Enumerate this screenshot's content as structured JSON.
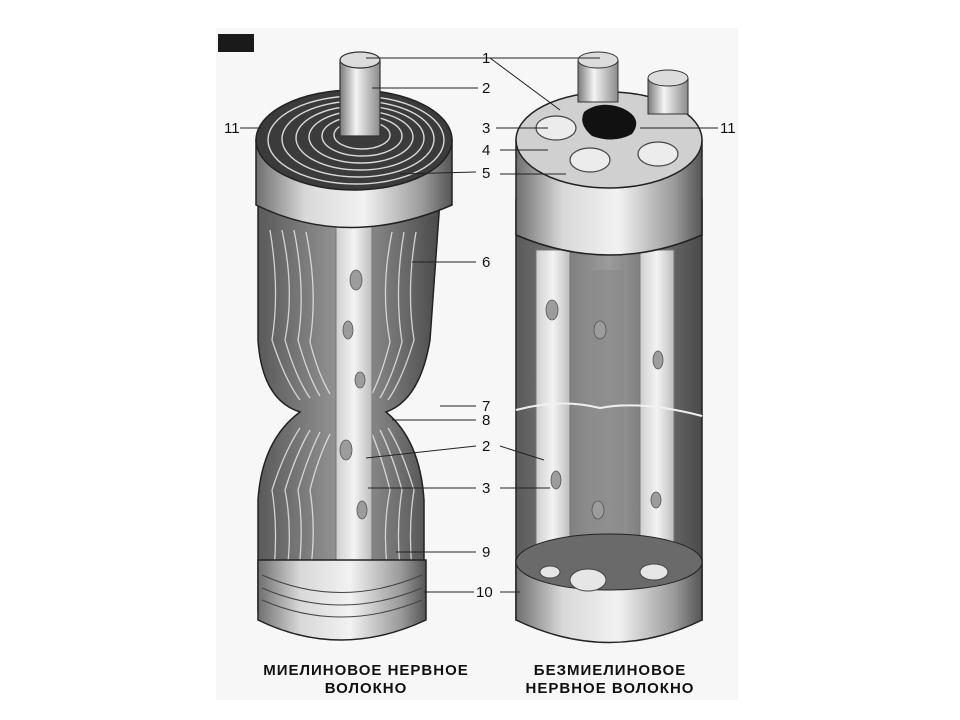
{
  "diagram": {
    "labels": {
      "n1": "1",
      "n2a": "2",
      "n3a": "3",
      "n4": "4",
      "n5": "5",
      "n6": "6",
      "n7": "7",
      "n8": "8",
      "n2b": "2",
      "n3b": "3",
      "n9": "9",
      "n10": "10",
      "n11a": "11",
      "n11b": "11"
    },
    "captions": {
      "left_line1": "МИЕЛИНОВОЕ НЕРВНОЕ",
      "left_line2": "ВОЛОКНО",
      "right_line1": "БЕЗМИЕЛИНОВОЕ",
      "right_line2": "НЕРВНОЕ ВОЛОКНО"
    }
  }
}
